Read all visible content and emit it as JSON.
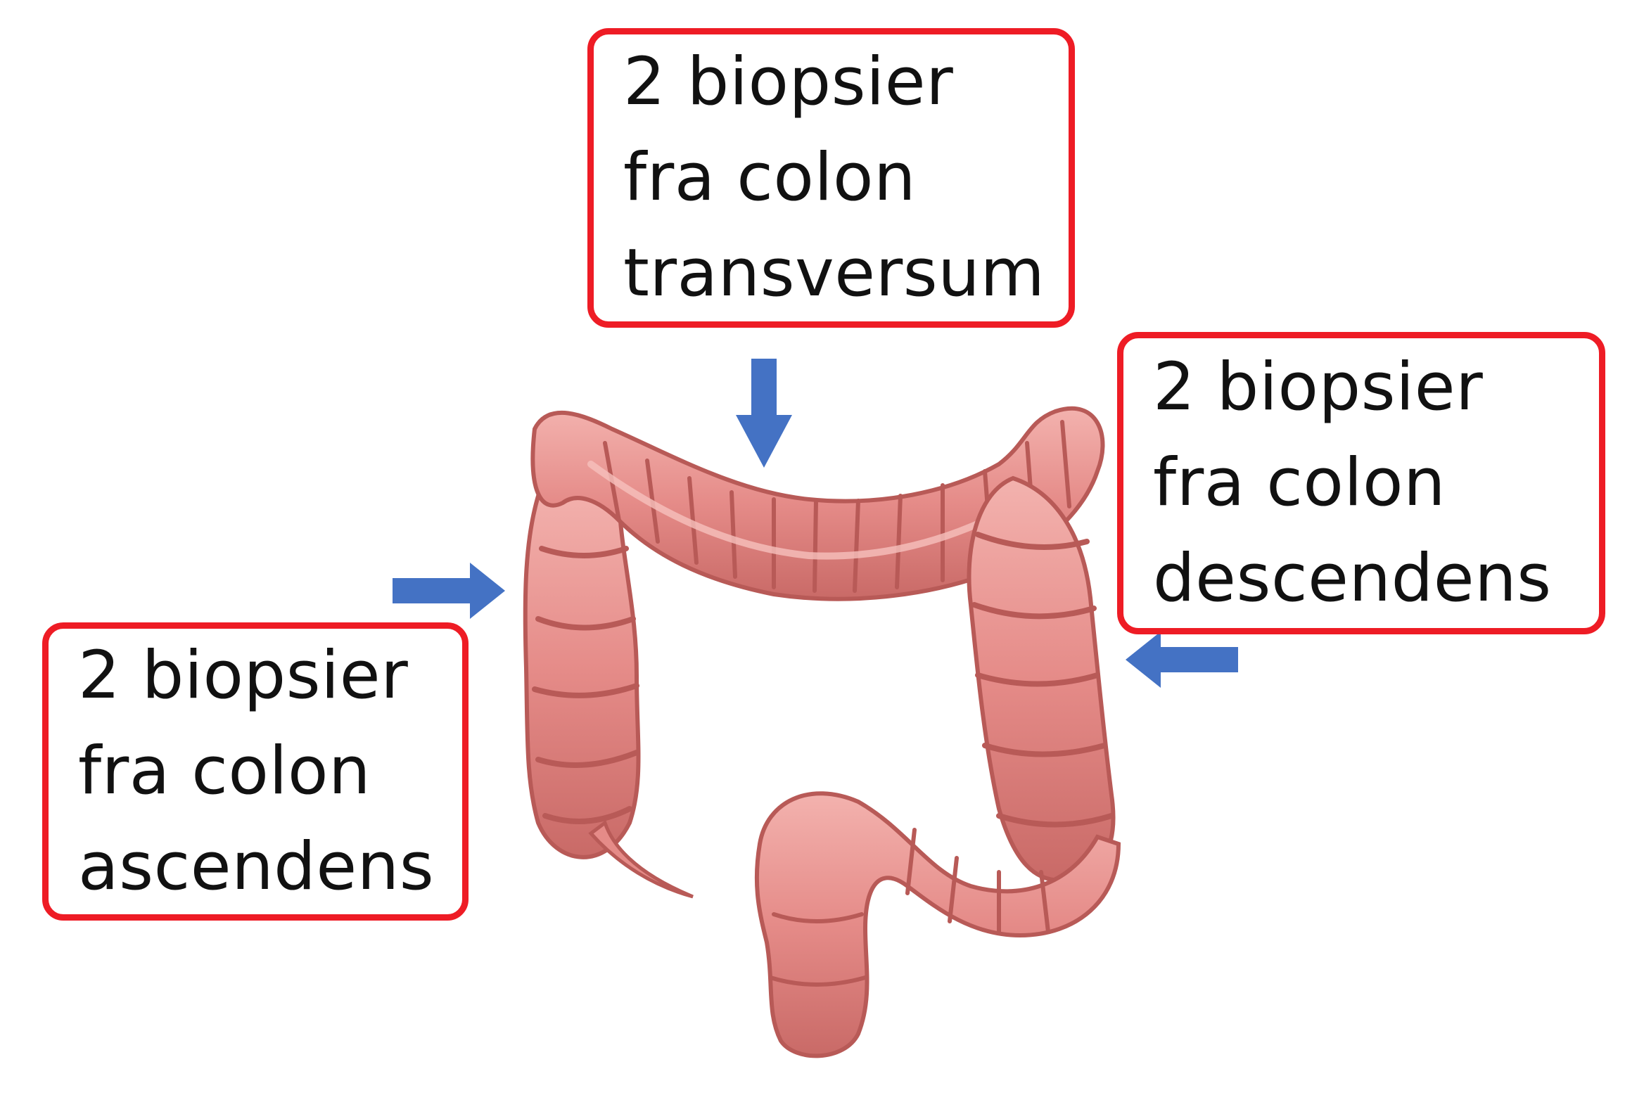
{
  "boxes": {
    "transversum": [
      "2 biopsier",
      "fra colon",
      "transversum"
    ],
    "descendens": [
      "2 biopsier",
      "fra colon",
      "descendens"
    ],
    "ascendens": [
      "2 biopsier",
      "fra colon",
      "ascendens"
    ]
  },
  "colors": {
    "box_border": "#ee1c25",
    "arrow": "#4472c4",
    "colon_fill": "#e58b88",
    "colon_shadow": "#c4625f",
    "colon_highlight": "#f6c1bd",
    "text": "#111111"
  }
}
